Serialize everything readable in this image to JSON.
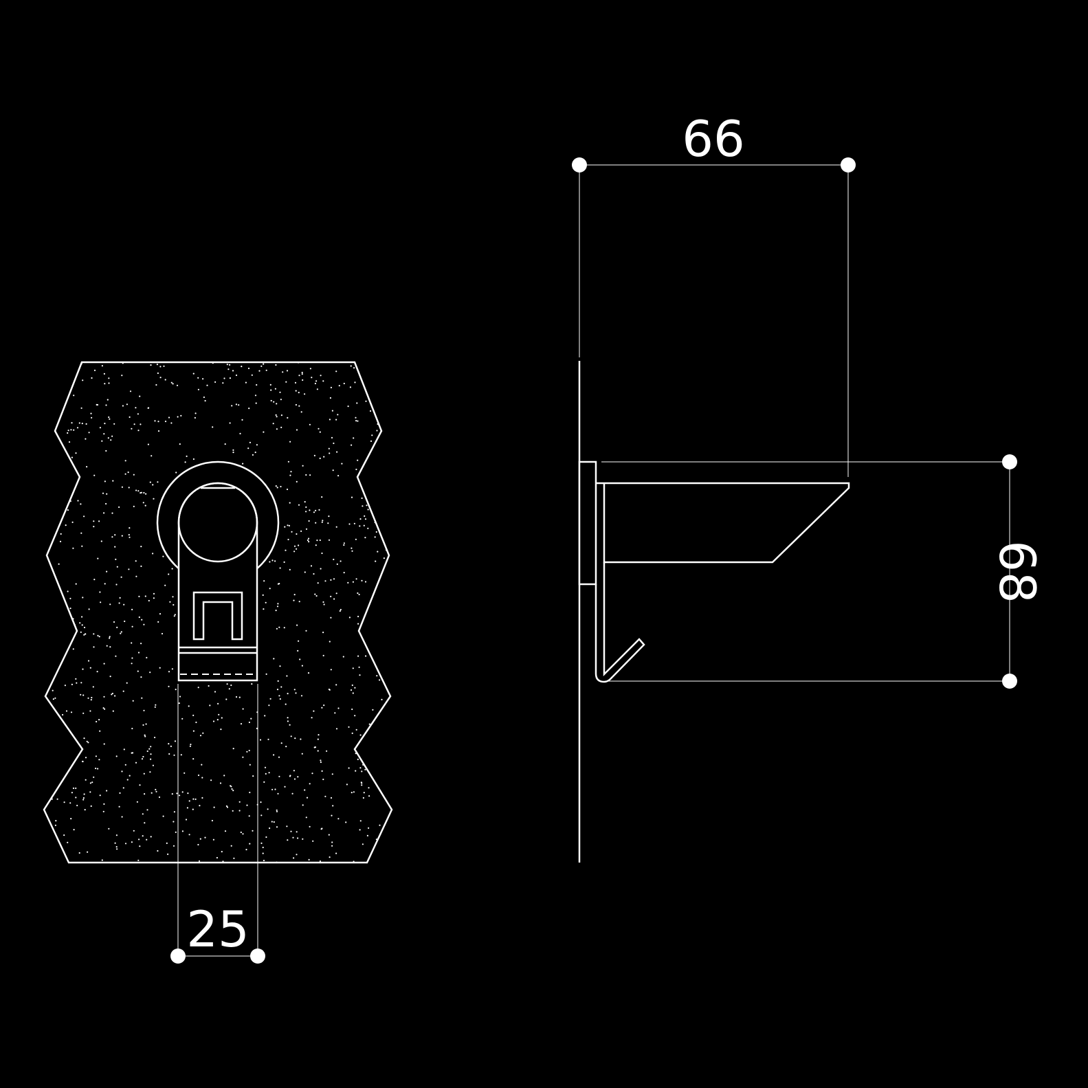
{
  "drawing": {
    "background_color": "#000000",
    "line_color": "#ffffff",
    "front_view": {
      "dimension_width": "25"
    },
    "side_view": {
      "dimension_depth": "66",
      "dimension_height": "68"
    }
  }
}
